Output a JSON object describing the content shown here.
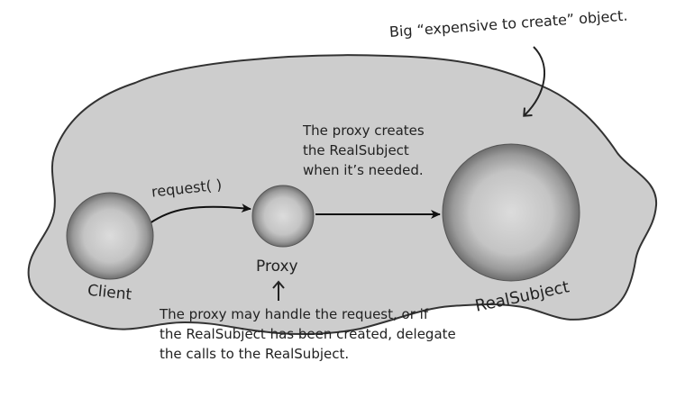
{
  "annotations": {
    "big_object": "Big “expensive to create” object.",
    "creates_lines": [
      "The proxy creates",
      "the RealSubject",
      "when it’s needed."
    ],
    "handle_lines": [
      "The proxy may handle the request, or if",
      "the RealSubject has been created, delegate",
      "the calls to the  RealSubject."
    ]
  },
  "nodes": {
    "client": "Client",
    "proxy": "Proxy",
    "real_subject": "RealSubject"
  },
  "edges": {
    "request": "request( )"
  },
  "colors": {
    "blob_fill": "#cdcdcd",
    "blob_stroke": "#333333",
    "ink": "#222222"
  }
}
